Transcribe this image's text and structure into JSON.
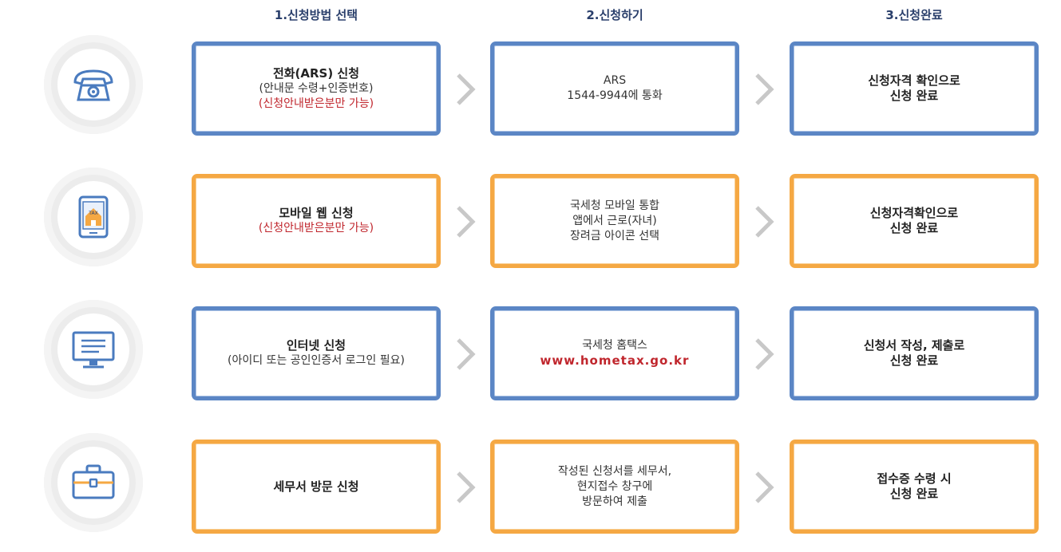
{
  "headers": [
    "1.신청방법 선택",
    "2.신청하기",
    "3.신청완료"
  ],
  "rows": [
    {
      "icon": "phone-icon",
      "color": "#5b86c5",
      "step1": {
        "title": "전화(ARS) 신청",
        "sub": "(안내문 수령+인증번호)",
        "note": "(신청안내받은분만 가능)"
      },
      "step2": {
        "line1": "ARS",
        "line2": "1544-9944에 통화",
        "line3": ""
      },
      "step3": {
        "line1": "신청자격 확인으로",
        "line2": "신청 완료"
      }
    },
    {
      "icon": "mobile-tax-icon",
      "color": "#f5a843",
      "step1": {
        "title": "모바일 웹 신청",
        "sub": "",
        "note": "(신청안내받은분만 가능)"
      },
      "step2": {
        "line1": "국세청 모바일 통합",
        "line2": "앱에서 근로(자녀)",
        "line3": "장려금 아이콘 선택"
      },
      "step3": {
        "line1": "신청자격확인으로",
        "line2": "신청 완료"
      }
    },
    {
      "icon": "monitor-icon",
      "color": "#5b86c5",
      "step1": {
        "title": "인터넷 신청",
        "sub": "(아이디 또는 공인인증서 로그인 필요)",
        "note": ""
      },
      "step2": {
        "line1": "국세청 홈택스",
        "url": "www.hometax.go.kr"
      },
      "step3": {
        "line1": "신청서 작성, 제출로",
        "line2": "신청 완료"
      }
    },
    {
      "icon": "briefcase-icon",
      "color": "#f5a843",
      "step1": {
        "title": "세무서 방문 신청",
        "sub": "",
        "note": ""
      },
      "step2": {
        "line1": "작성된 신청서를 세무서,",
        "line2": "현지접수 창구에",
        "line3": "방문하여 제출"
      },
      "step3": {
        "line1": "접수증 수령 시",
        "line2": "신청 완료"
      }
    }
  ]
}
